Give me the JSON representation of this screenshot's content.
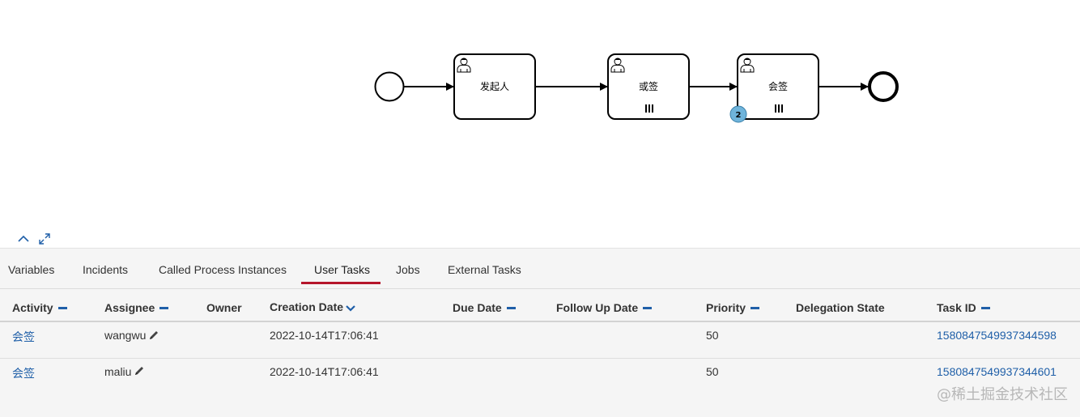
{
  "diagram": {
    "tasks": [
      {
        "label": "发起人",
        "multi_instance": false
      },
      {
        "label": "或签",
        "multi_instance": true
      },
      {
        "label": "会签",
        "multi_instance": true,
        "badge": "2"
      }
    ],
    "badge_color": "#6fb4db"
  },
  "diagram_controls": {
    "collapse_icon": "chevron-up-icon",
    "fullscreen_icon": "expand-icon"
  },
  "tabs": [
    "Variables",
    "Incidents",
    "Called Process Instances",
    "User Tasks",
    "Jobs",
    "External Tasks"
  ],
  "active_tab": "User Tasks",
  "table": {
    "columns": {
      "activity": "Activity",
      "assignee": "Assignee",
      "owner": "Owner",
      "creation_date": "Creation Date",
      "due_date": "Due Date",
      "follow_up_date": "Follow Up Date",
      "priority": "Priority",
      "delegation_state": "Delegation State",
      "task_id": "Task ID"
    },
    "rows": [
      {
        "activity": "会签",
        "assignee": "wangwu",
        "owner": "",
        "creation_date": "2022-10-14T17:06:41",
        "due_date": "",
        "follow_up_date": "",
        "priority": "50",
        "delegation_state": "",
        "task_id": "1580847549937344598"
      },
      {
        "activity": "会签",
        "assignee": "maliu",
        "owner": "",
        "creation_date": "2022-10-14T17:06:41",
        "due_date": "",
        "follow_up_date": "",
        "priority": "50",
        "delegation_state": "",
        "task_id": "1580847549937344601"
      }
    ]
  },
  "watermark": "@稀土掘金技术社区",
  "colors": {
    "accent": "#b5152b",
    "link": "#1f5fa8"
  }
}
